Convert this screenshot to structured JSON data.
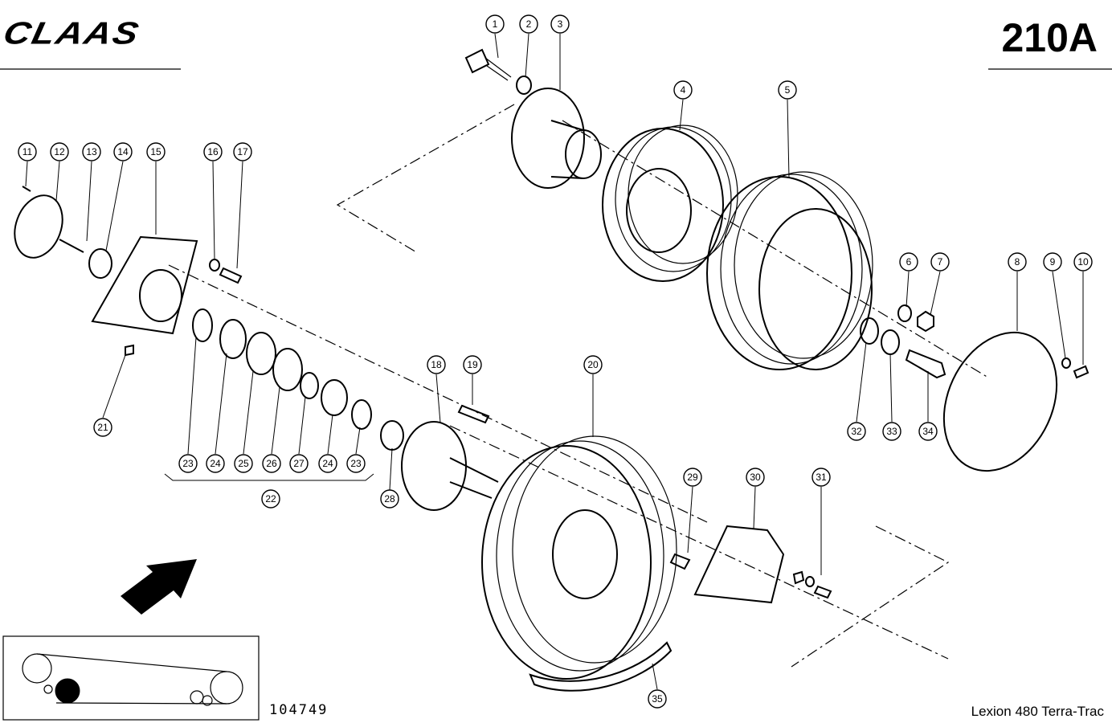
{
  "header": {
    "brand": "CLAAS",
    "page_number": "210A"
  },
  "footer": {
    "drawing_number": "104749",
    "model": "Lexion 480 Terra-Trac"
  },
  "icons": {
    "direction": "arrow-icon",
    "belt_layout": "belt-layout-icon"
  },
  "callouts": [
    {
      "id": "1",
      "label": "1"
    },
    {
      "id": "2",
      "label": "2"
    },
    {
      "id": "3",
      "label": "3"
    },
    {
      "id": "4",
      "label": "4"
    },
    {
      "id": "5",
      "label": "5"
    },
    {
      "id": "6",
      "label": "6"
    },
    {
      "id": "7",
      "label": "7"
    },
    {
      "id": "8",
      "label": "8"
    },
    {
      "id": "9",
      "label": "9"
    },
    {
      "id": "10",
      "label": "10"
    },
    {
      "id": "11",
      "label": "11"
    },
    {
      "id": "12",
      "label": "12"
    },
    {
      "id": "13",
      "label": "13"
    },
    {
      "id": "14",
      "label": "14"
    },
    {
      "id": "15",
      "label": "15"
    },
    {
      "id": "16",
      "label": "16"
    },
    {
      "id": "17",
      "label": "17"
    },
    {
      "id": "18",
      "label": "18"
    },
    {
      "id": "19",
      "label": "19"
    },
    {
      "id": "20",
      "label": "20"
    },
    {
      "id": "21",
      "label": "21"
    },
    {
      "id": "22",
      "label": "22"
    },
    {
      "id": "23a",
      "label": "23"
    },
    {
      "id": "24a",
      "label": "24"
    },
    {
      "id": "25",
      "label": "25"
    },
    {
      "id": "26",
      "label": "26"
    },
    {
      "id": "27",
      "label": "27"
    },
    {
      "id": "24b",
      "label": "24"
    },
    {
      "id": "23b",
      "label": "23"
    },
    {
      "id": "28",
      "label": "28"
    },
    {
      "id": "29",
      "label": "29"
    },
    {
      "id": "30",
      "label": "30"
    },
    {
      "id": "31",
      "label": "31"
    },
    {
      "id": "32",
      "label": "32"
    },
    {
      "id": "33",
      "label": "33"
    },
    {
      "id": "34",
      "label": "34"
    },
    {
      "id": "35",
      "label": "35"
    }
  ]
}
